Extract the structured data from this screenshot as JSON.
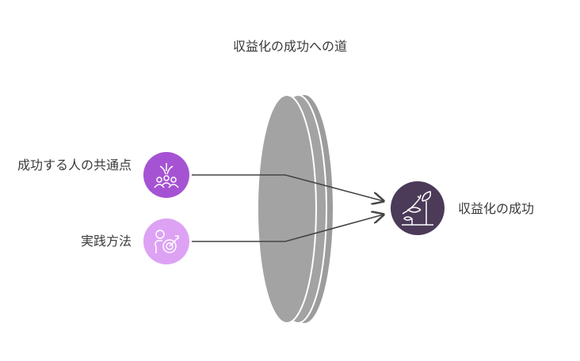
{
  "title": "収益化の成功への道",
  "inputs": [
    {
      "label": "成功する人の共通点",
      "icon": "celebrating-team-icon",
      "color": "#A653D3"
    },
    {
      "label": "実践方法",
      "icon": "person-target-icon",
      "color": "#DDA2F4"
    }
  ],
  "output": {
    "label": "収益化の成功",
    "icon": "growing-plant-icon",
    "color": "#4B3A58"
  },
  "lens_color": "#A3A3A3"
}
